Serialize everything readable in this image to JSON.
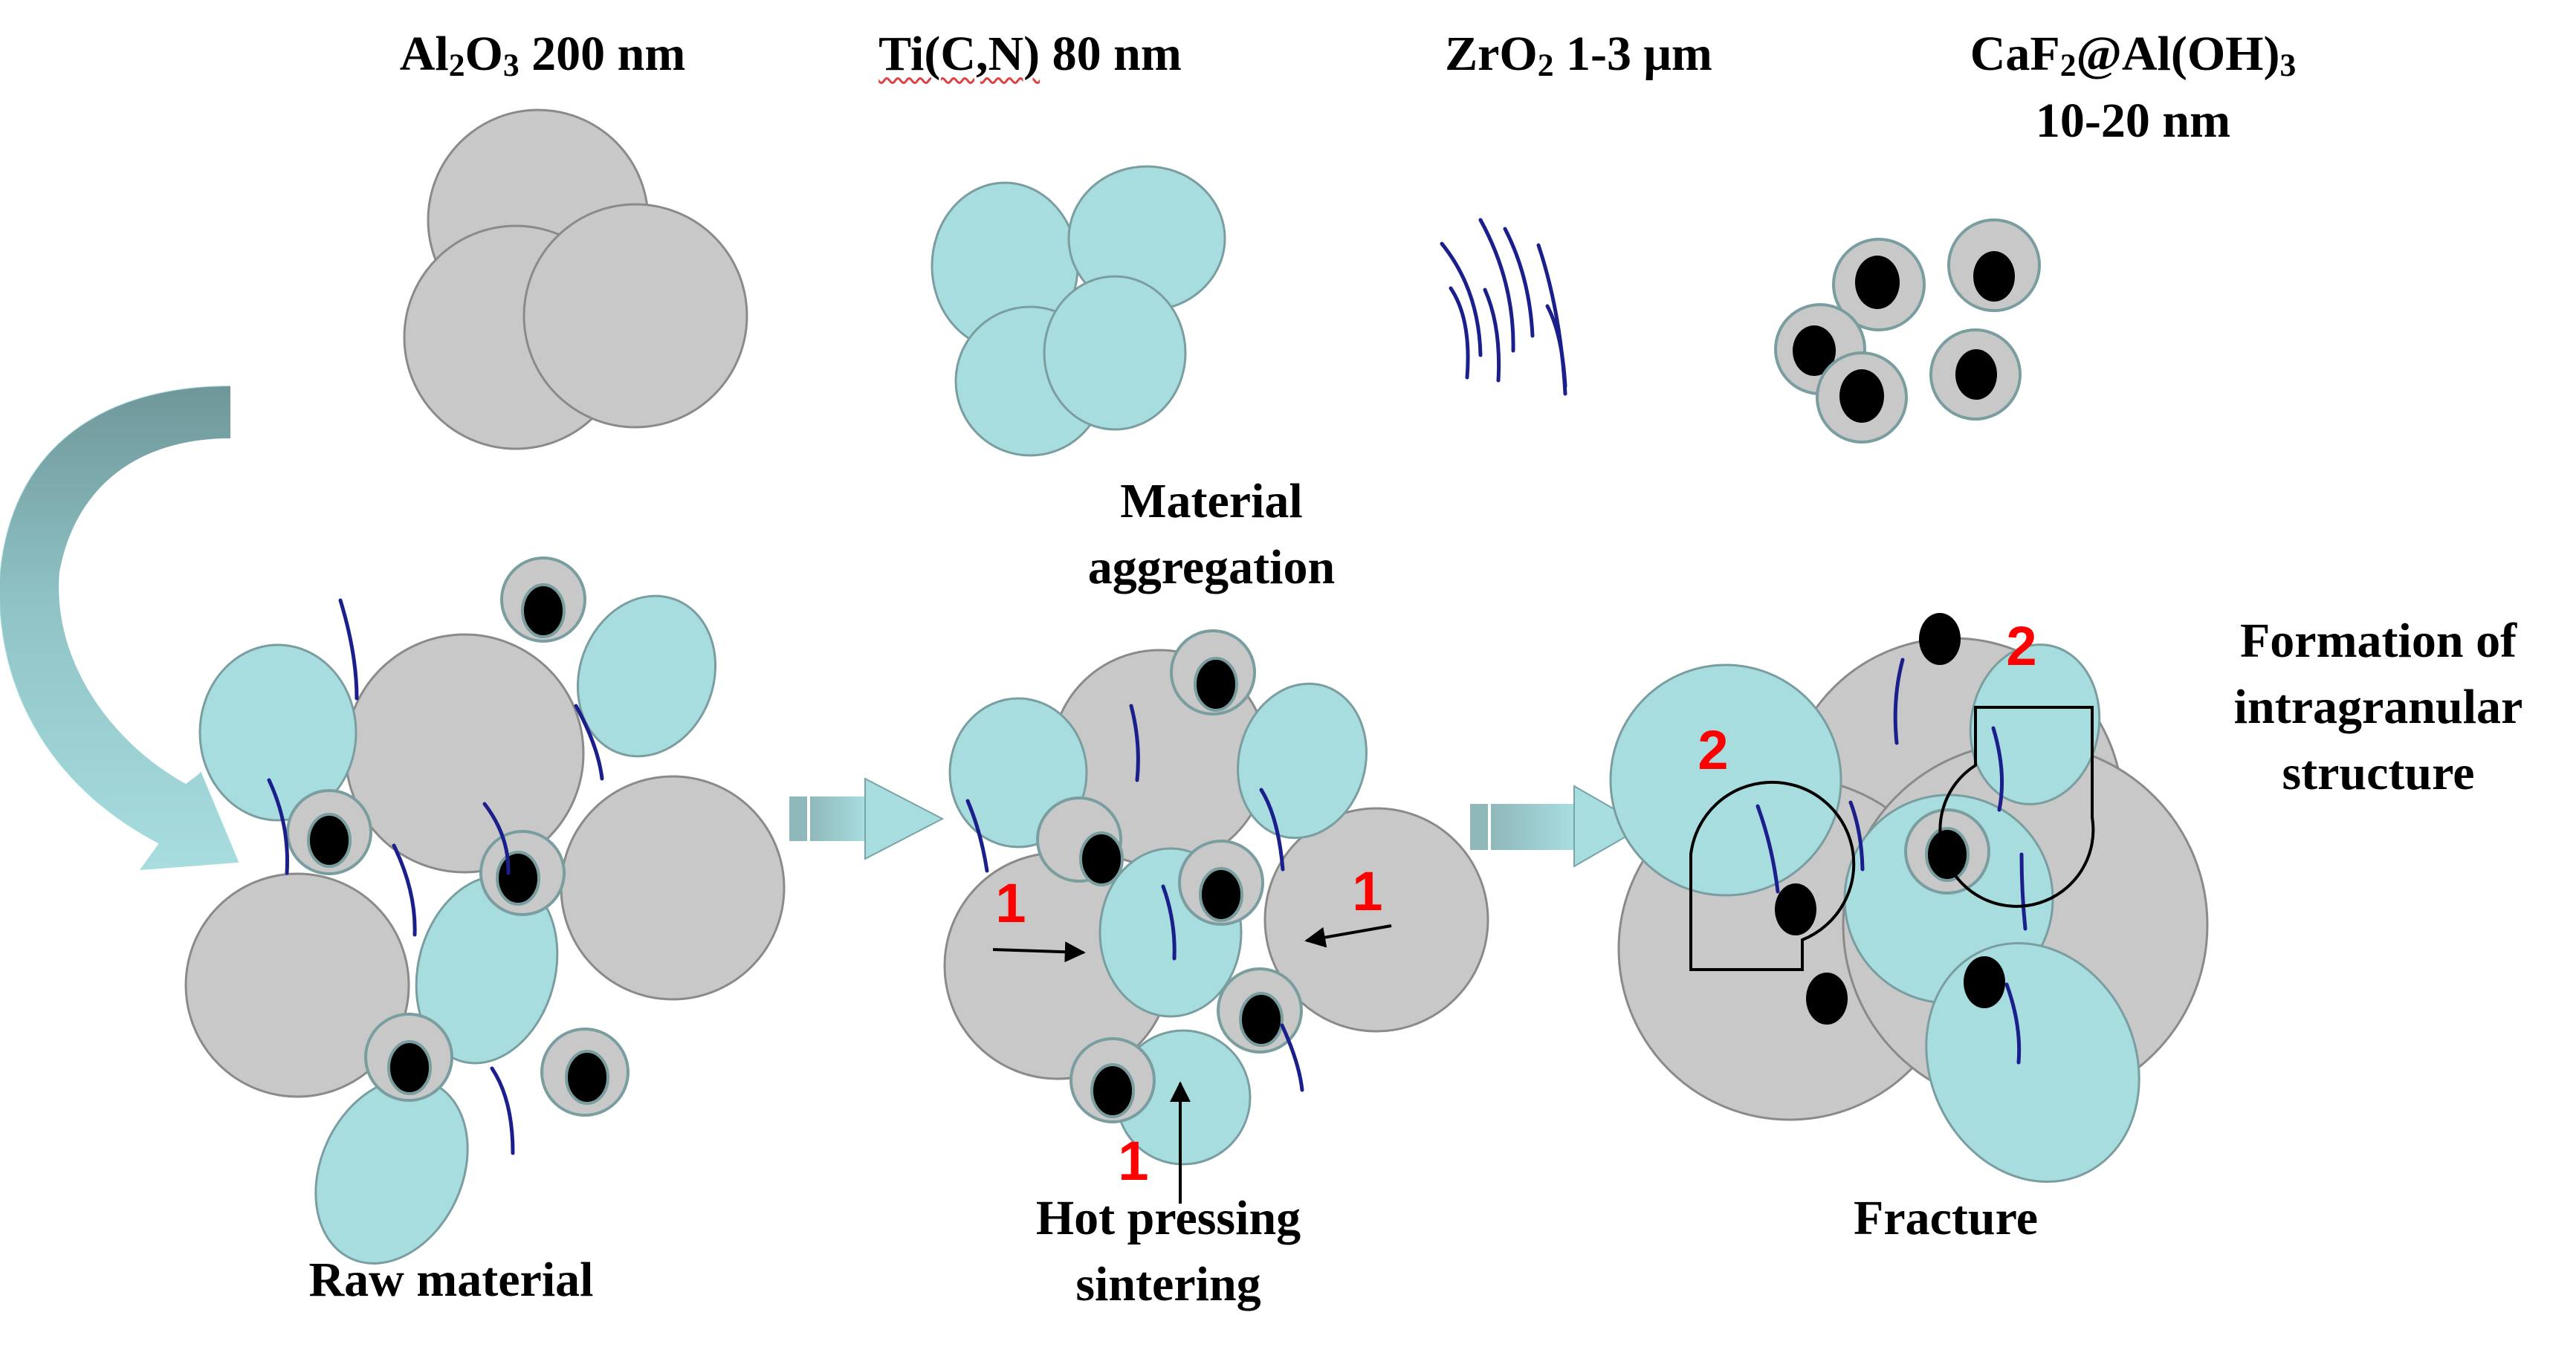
{
  "colors": {
    "alumina": "#c8c8c8",
    "ticn": "#a8dde0",
    "zirconia_whisker": "#1a1f8c",
    "caf2_core": "#000000",
    "arrow_fill": "#a8dde0",
    "arrow_dark": "#7aa3a5",
    "marker": "#ff0000"
  },
  "components": {
    "al2o3": {
      "formula_a": "Al",
      "sub_a": "2",
      "formula_b": "O",
      "sub_b": "3",
      "size": "200 nm"
    },
    "ticn": {
      "formula": "Ti(C,N)",
      "size": "80 nm"
    },
    "zro2": {
      "formula_a": "ZrO",
      "sub_a": "2",
      "size": "1-3 μm"
    },
    "caf2": {
      "formula_a": "CaF",
      "sub_a": "2",
      "formula_b": "@Al(OH)",
      "sub_b": "3",
      "size": "10-20 nm"
    }
  },
  "stages": {
    "raw": "Raw material",
    "aggregation_1": "Material",
    "aggregation_2": "aggregation",
    "hot_1": "Hot pressing",
    "hot_2": "sintering",
    "fracture": "Fracture",
    "formation_1": "Formation of",
    "formation_2": "intragranular",
    "formation_3": "structure"
  },
  "markers": {
    "one": "1",
    "two": "2"
  }
}
